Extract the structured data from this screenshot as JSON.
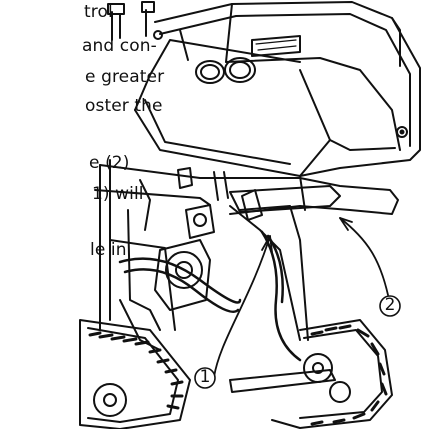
{
  "manual_text": {
    "line1": "trol",
    "line2": "and con-",
    "line3": "e greater",
    "line4": "oster the",
    "line5": "e (2)",
    "line6": "1) will",
    "line7": "le in"
  },
  "callouts": [
    {
      "number": "1"
    },
    {
      "number": "2"
    }
  ]
}
